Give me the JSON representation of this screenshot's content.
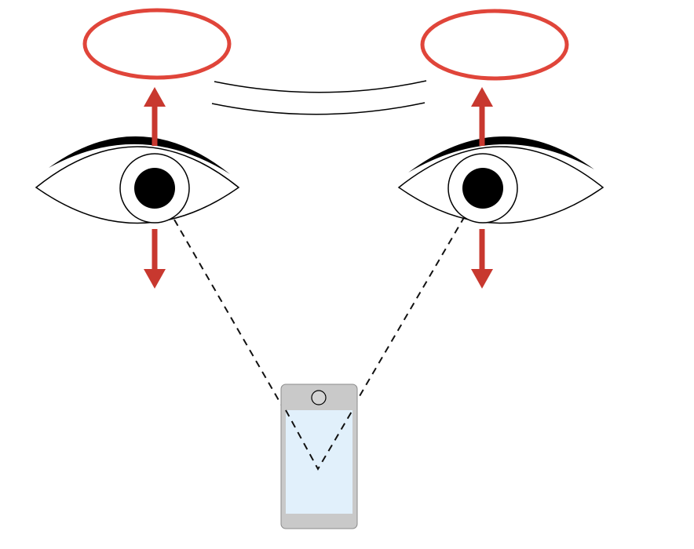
{
  "diagram": {
    "colors": {
      "background": "#ffffff",
      "highlight": "#e0453a",
      "arrow": "#c8382f",
      "ink": "#000000",
      "sclera": "#ffffff",
      "phone_body": "#c9c9c9",
      "phone_screen": "#e1f0fb",
      "sightline": "#111111"
    },
    "eyes": [
      {
        "side": "left",
        "gaze_arrows": [
          "up",
          "down"
        ],
        "sight_line_to": "phone-screen-center"
      },
      {
        "side": "right",
        "gaze_arrows": [
          "up",
          "down"
        ],
        "sight_line_to": "phone-screen-center"
      }
    ],
    "icons": [
      "eye-icon",
      "pupil-icon",
      "arrow-up-icon",
      "arrow-down-icon",
      "smartphone-icon",
      "front-camera-icon",
      "brow-line-icon"
    ]
  }
}
